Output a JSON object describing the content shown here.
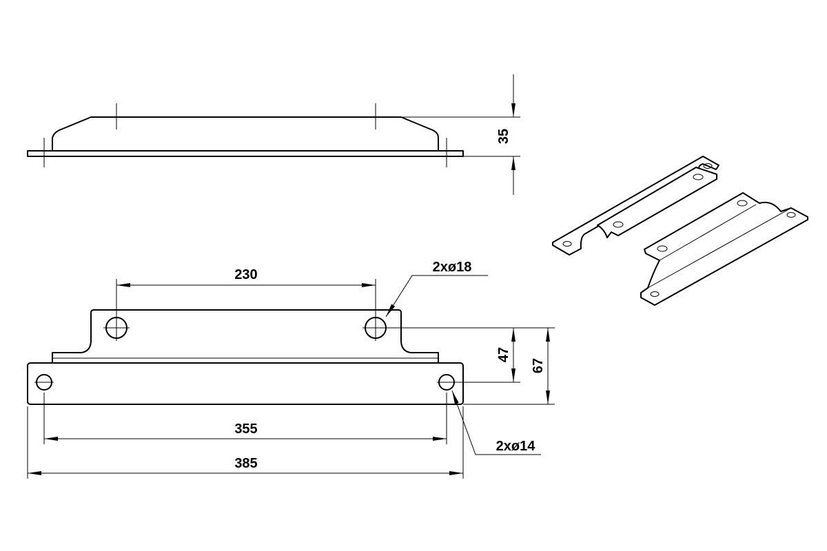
{
  "dimensions": {
    "height_side": "35",
    "hole_spacing_upper": "230",
    "upper_holes": "2xø18",
    "height_inner": "47",
    "height_total": "67",
    "hole_spacing_lower": "355",
    "width_total": "385",
    "lower_holes": "2xø14"
  },
  "colors": {
    "line": "#000000",
    "background": "#ffffff"
  }
}
